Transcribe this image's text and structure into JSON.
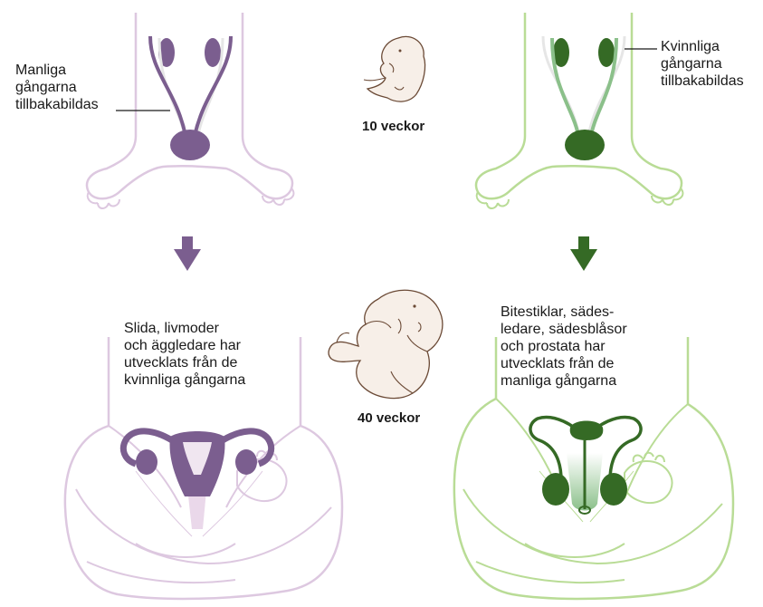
{
  "labels": {
    "male_ducts_regress": "Manliga\ngångarna\ntillbakabildas",
    "female_ducts_regress": "Kvinnliga\ngångarna\ntillbakabildas",
    "week_10": "10 veckor",
    "week_40": "40 veckor",
    "female_result": "Slida, livmoder\noch äggledare har\nutvecklats från de\nkvinnliga gångarna",
    "male_result": "Bitestiklar, sädes-\nledare, sädesblåsor\noch prostata har\nutvecklats från de\nmanliga gångarna"
  },
  "colors": {
    "purple": "#7b5e8f",
    "purple_light": "#ddc8e0",
    "green": "#356a25",
    "green_light": "#b9dc96",
    "green_duct": "#8bc08a",
    "fetus": "#f7efe8",
    "fetus_line": "#6b4a36"
  }
}
